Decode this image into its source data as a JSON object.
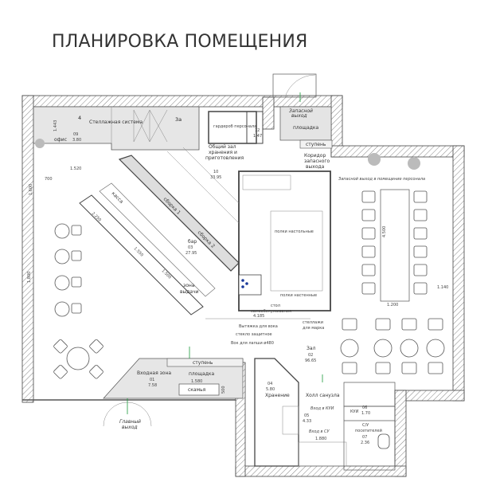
{
  "title": "ПЛАНИРОВКА ПОМЕЩЕНИЯ",
  "colors": {
    "wall_hatch": "#555555",
    "shaded_zone": "#e4e4e4",
    "exit_arrow": "#1a9a3a",
    "equipment": "#1a3a9a"
  },
  "labels": {
    "shelving": "Стеллажная система",
    "office": "офис",
    "office_num": "09",
    "office_area": "3.80",
    "n4": "4",
    "n3a": "3а",
    "wardrobe": "гардероб персонала",
    "wc_num": "12",
    "wc_area": "1.47",
    "hall_storage_1": "Общий зал",
    "hall_storage_2": "хранения и",
    "hall_storage_3": "приготовления",
    "hall_storage_num": "10",
    "hall_storage_area": "33.95",
    "emergency_exit_1": "Запасной",
    "emergency_exit_2": "выход",
    "platform_top": "площадка",
    "step_top": "ступень",
    "corridor_1": "Коридор",
    "corridor_2": "запасного",
    "corridor_3": "выхода",
    "staff_exit": "Запасной выход в помещение персонала",
    "cashier": "касса",
    "assembly1": "сборка 1",
    "assembly2": "сборка 2",
    "bar": "бар",
    "bar_num": "03",
    "bar_area": "27.95",
    "pickup_1": "зона",
    "pickup_2": "выдачи",
    "shelves_table": "полки настольные",
    "shelves_wall": "полки настенные",
    "self_service_1": "стол",
    "self_service_2": "самообслуживания",
    "hood": "Вытяжка для вока",
    "glass": "стекло защитное",
    "wok": "Вок для лапши ø480",
    "rack_1": "стеллажи",
    "rack_2": "для марка",
    "hall": "Зал",
    "hall_num": "02",
    "hall_area": "96.65",
    "step_entry": "ступень",
    "platform_entry": "площадка",
    "entry_zone": "Входная зона",
    "entry_num": "01",
    "entry_area": "7.58",
    "bench": "скамья",
    "main_exit_1": "Главный",
    "main_exit_2": "выход",
    "storage": "Хранение",
    "storage_num": "04",
    "storage_area": "5.80",
    "wc_hall": "Холл санузла",
    "wc_hall_num": "05",
    "wc_hall_area": "4.33",
    "kui_entry": "Вход в КУИ",
    "kui": "КУИ",
    "kui_num": "06",
    "kui_area": "1.70",
    "su_entry": "Вход в СУ",
    "su_1": "С/У",
    "su_2": "посетителей",
    "su_num": "07",
    "su_area": "2.36"
  },
  "dimensions": {
    "d1443": "1.443",
    "d1520": "1.520",
    "d700": "700",
    "d1600": "1.600",
    "d1800": "1.800",
    "d4185": "4.185",
    "d4500": "4.500",
    "d1200": "1.200",
    "d1140": "1.140",
    "d1580": "1.580",
    "d500": "500",
    "d1880": "1.880",
    "d1500": "1.500",
    "d1550": "1.550",
    "d2250": "2.250"
  }
}
